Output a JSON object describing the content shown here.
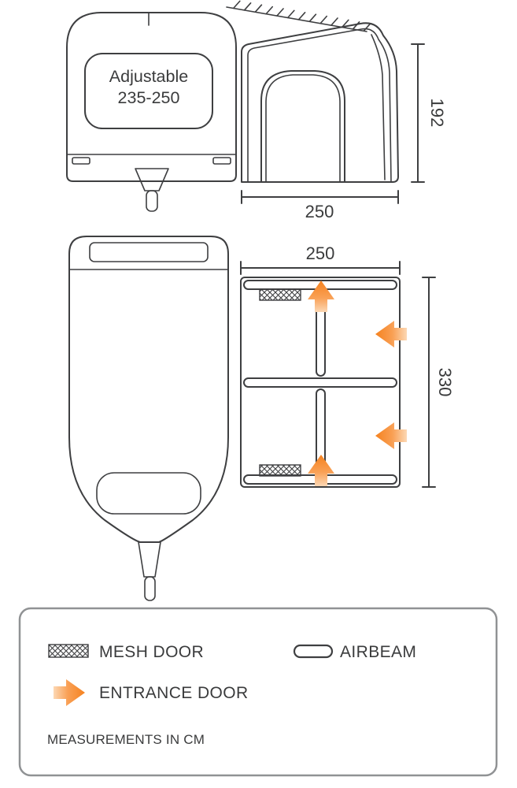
{
  "side_view": {
    "caravan_label_line1": "Adjustable",
    "caravan_label_line2": "235-250",
    "height_dim": "192",
    "width_dim": "250"
  },
  "plan_view": {
    "width_dim": "250",
    "depth_dim": "330"
  },
  "legend": {
    "mesh_door_label": "MESH DOOR",
    "airbeam_label": "AIRBEAM",
    "entrance_door_label": "ENTRANCE DOOR",
    "note": "MEASUREMENTS IN CM"
  },
  "colors": {
    "line": "#3e3f41",
    "accent_orange": "#f5821f",
    "accent_orange_light": "#fcd8b4",
    "legend_border": "#909294"
  }
}
